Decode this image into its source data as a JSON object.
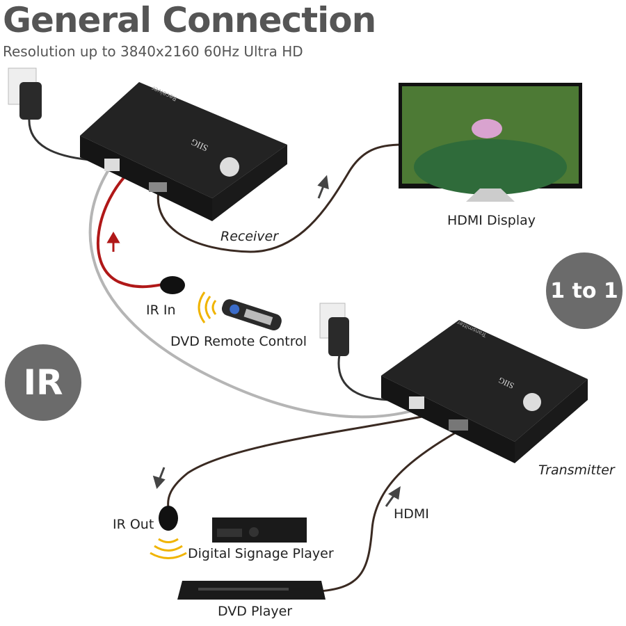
{
  "header": {
    "title": "General Connection",
    "subtitle": "Resolution up to 3840x2160 60Hz Ultra HD"
  },
  "badges": {
    "mode": "1 to 1",
    "signal": "IR"
  },
  "devices": {
    "receiver_print": "Receiver",
    "transmitter_print": "Transmitter",
    "brand_logo": "SIIG"
  },
  "labels": {
    "hdmi_display": "HDMI Display",
    "receiver": "Receiver",
    "ir_in": "IR In",
    "dvd_remote": "DVD Remote Control",
    "transmitter": "Transmitter",
    "hdmi": "HDMI",
    "ir_out": "IR Out",
    "signage_player": "Digital Signage Player",
    "dvd_player": "DVD Player"
  },
  "colors": {
    "title": "#555555",
    "badge": "#6b6b6b",
    "device": "#1e1e1e",
    "ir_cable": "#b01818",
    "ethernet_cable": "#b5b5b5",
    "ir_waves": "#f0b400"
  }
}
